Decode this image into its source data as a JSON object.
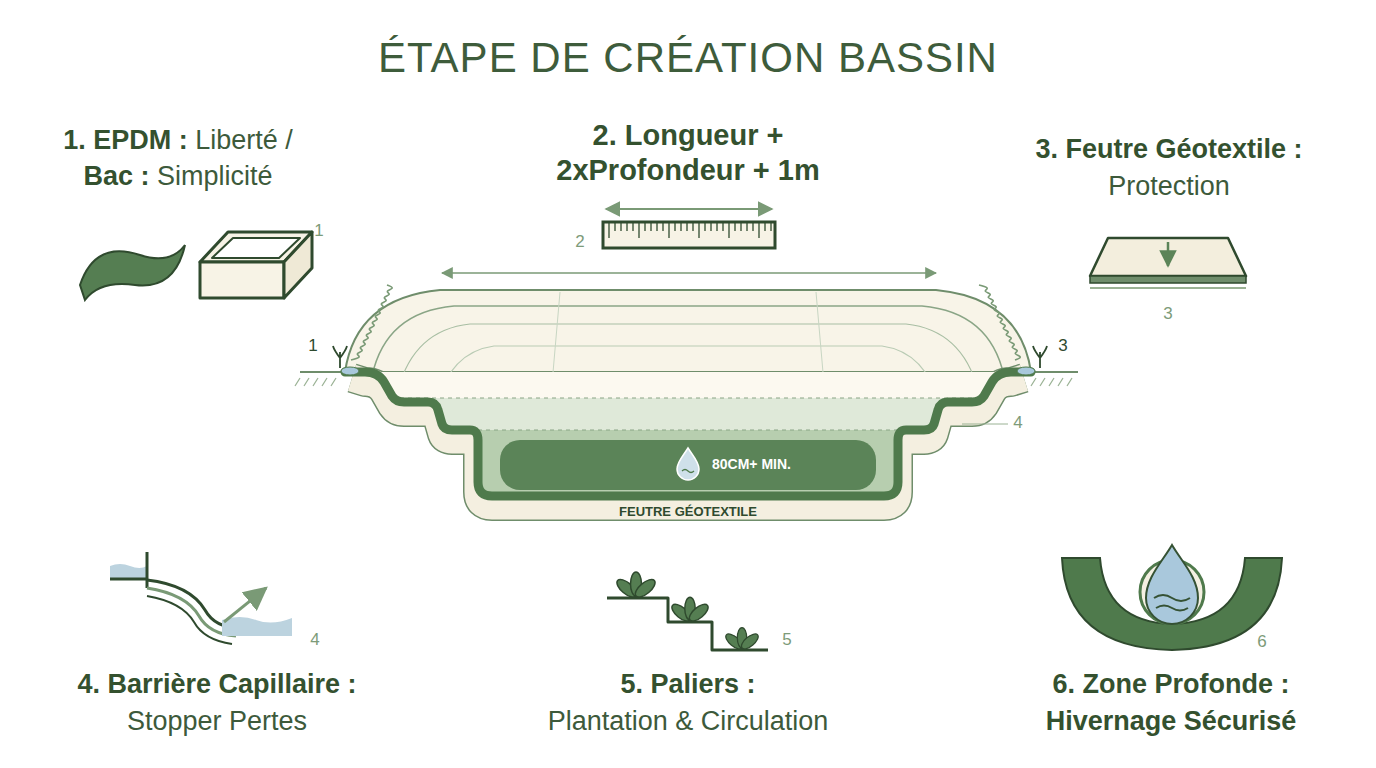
{
  "diagram": {
    "title": "ÉTAPE DE CRÉATION BASSIN",
    "labels": [
      "1. EPDM :",
      "Liberté /",
      "Bac :",
      "Simplicité",
      "1",
      "2. Longueur + 2xProfondeur + 1m",
      "2",
      "3. Feutre Géotextile :",
      "Protection",
      "3",
      "1",
      "3",
      "4",
      "80CM+ MIN.",
      "FEUTRE GÉOTEXTILE",
      "4. Barrière Capillaire :",
      "Stopper Pertes",
      "4",
      "5. Paliers :",
      "Plantation & Circulation",
      "5",
      "6. Zone Profonde :",
      "Hivernage Sécurisé",
      "6"
    ]
  }
}
